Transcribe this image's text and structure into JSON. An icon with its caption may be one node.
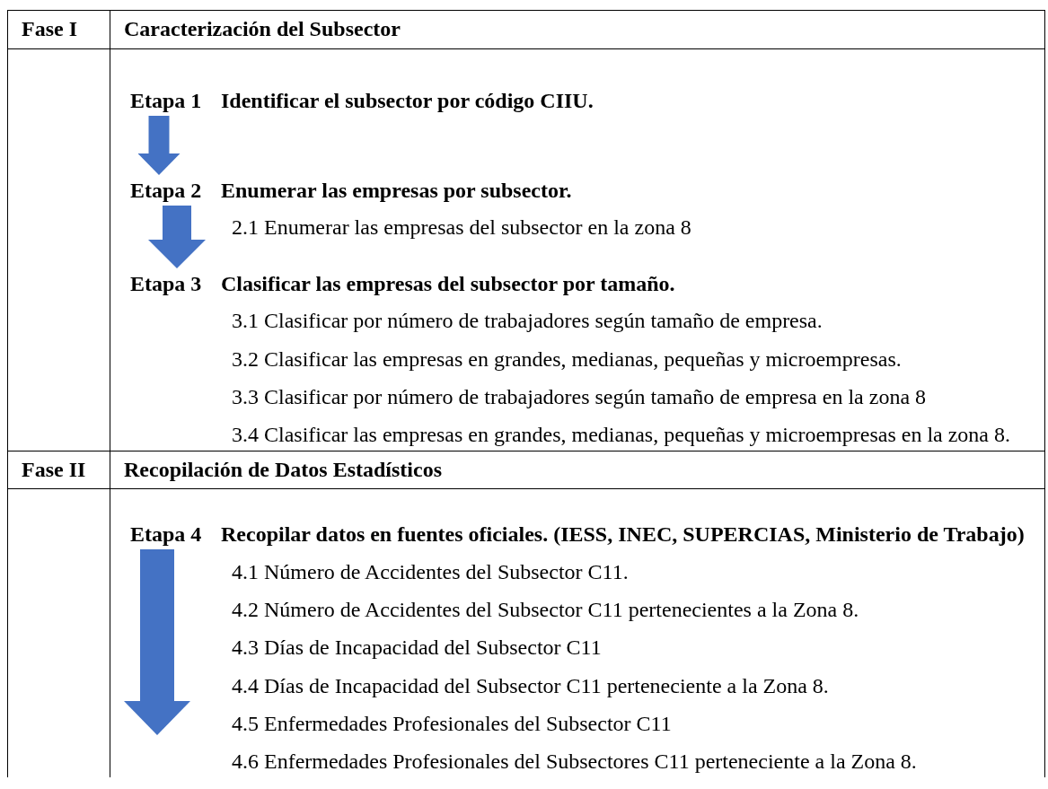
{
  "diagram": {
    "nodes": [
      {
        "text": [
          "Etapa 1",
          "Identificar el subsector por código CIIU."
        ]
      },
      {
        "text": [
          "Etapa 2",
          "Enumerar las empresas por subsector."
        ]
      },
      {
        "text": [
          "Etapa 3",
          "Clasificar las empresas del subsector por tamaño."
        ]
      },
      {
        "text": [
          "Etapa 4",
          "Recopilar datos en fuentes oficiales. (IESS, INEC, SUPERCIAS, Ministerio de Trabajo)"
        ]
      }
    ],
    "edges": [
      {
        "from": 0,
        "to": 1,
        "arrow": "to"
      },
      {
        "from": 1,
        "to": 2,
        "arrow": "to"
      },
      {
        "from": 3,
        "to": null,
        "arrow": "to"
      }
    ],
    "labels": [
      "Fase I",
      "Caracterización del Subsector",
      "2.1 Enumerar las empresas del subsector en la zona 8",
      "3.1 Clasificar por número de trabajadores según tamaño de empresa.",
      "3.2 Clasificar las empresas en grandes, medianas, pequeñas y microempresas.",
      "3.3 Clasificar por número de trabajadores según tamaño de empresa en la zona 8",
      "3.4 Clasificar las empresas en grandes, medianas, pequeñas y microempresas en la zona 8.",
      "Fase II",
      "Recopilación de Datos Estadísticos",
      "4.1 Número de Accidentes del Subsector C11.",
      "4.2 Número de Accidentes del Subsector C11 pertenecientes a la Zona 8.",
      "4.3 Días de Incapacidad del Subsector C11",
      "4.4 Días de Incapacidad del Subsector C11 perteneciente a la Zona 8.",
      "4.5 Enfermedades Profesionales del Subsector C11",
      "4.6 Enfermedades Profesionales del Subsectores C11 perteneciente a la Zona 8."
    ]
  }
}
